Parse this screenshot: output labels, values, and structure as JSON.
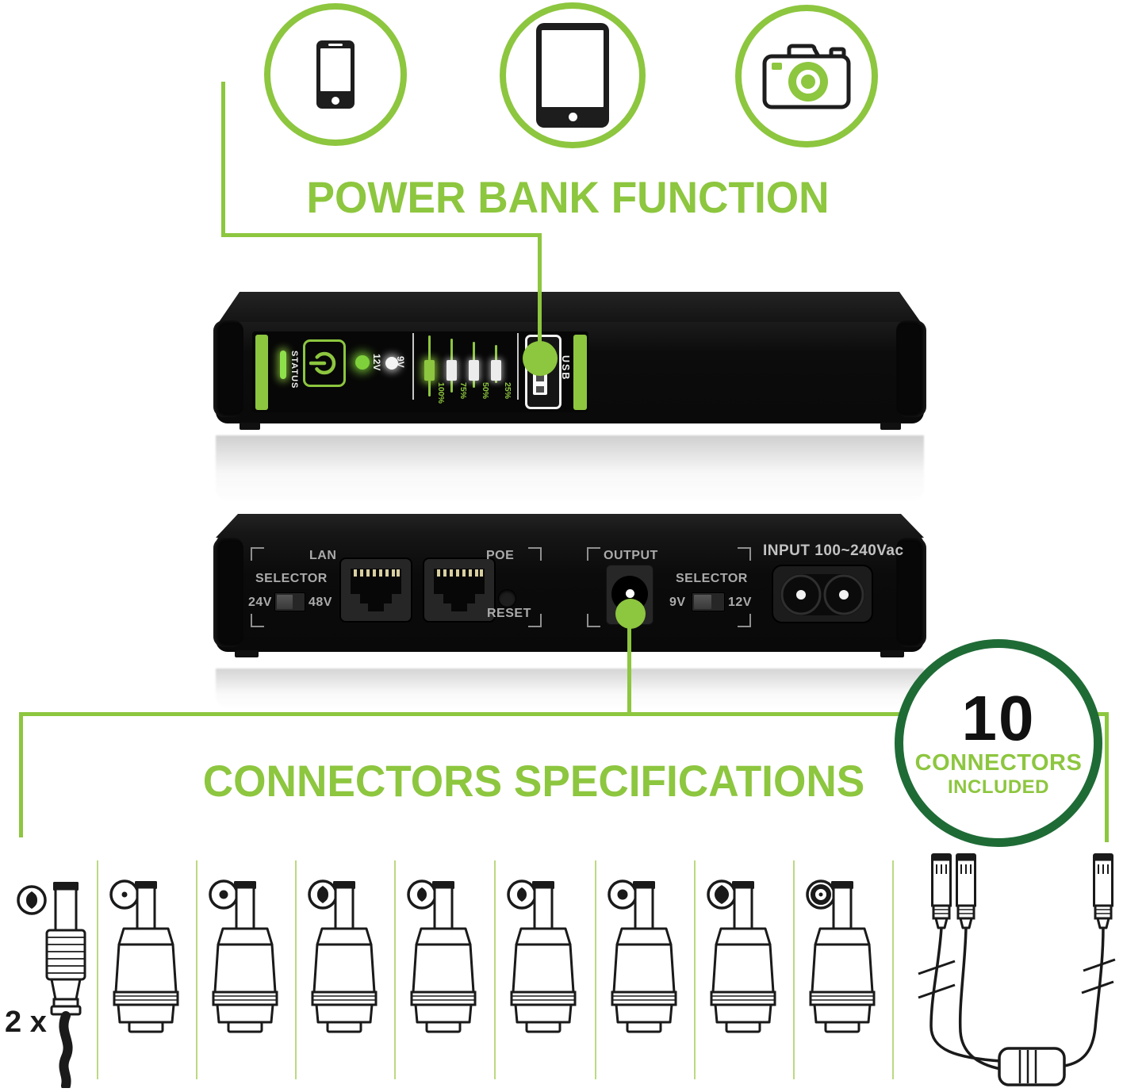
{
  "title": "Mini UPS power bank product infographic",
  "colors": {
    "accent_green": "#8dc63f",
    "badge_green": "#1f6b36",
    "device_black": "#0f0f0f",
    "label_gray": "#ababab"
  },
  "power_bank": {
    "heading": "POWER BANK FUNCTION",
    "icons": [
      "smartphone",
      "tablet",
      "camera"
    ]
  },
  "front_panel": {
    "status": "STATUS",
    "led_12v": "12V",
    "led_9v": "9V",
    "battery_levels": [
      "100%",
      "75%",
      "50%",
      "25%"
    ],
    "usb": "USB"
  },
  "back_panel": {
    "lan": "LAN",
    "poe": "POE",
    "selector_lan": {
      "label": "SELECTOR",
      "left": "24V",
      "right": "48V"
    },
    "reset": "RESET",
    "output": "OUTPUT",
    "selector_out": {
      "label": "SELECTOR",
      "left": "9V",
      "right": "12V"
    },
    "input": "INPUT 100~240Vac"
  },
  "badge": {
    "count": "10",
    "line1": "CONNECTORS",
    "line2": "INCLUDED"
  },
  "connectors": {
    "heading": "CONNECTORS SPECIFICATIONS",
    "quantity_label": "2 x",
    "connector_count": 9
  }
}
